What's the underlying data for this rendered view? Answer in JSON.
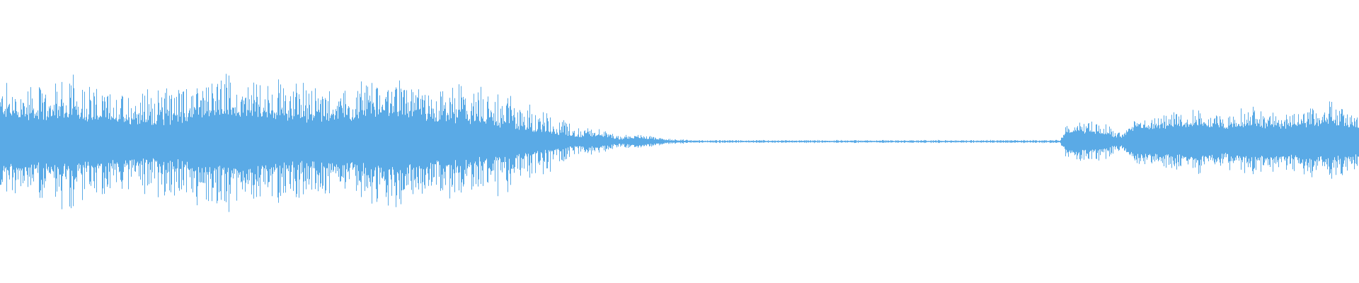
{
  "waveform": {
    "color": "#5aaae6",
    "background": "#ffffff",
    "amplitude_envelope": [
      {
        "t": 0.0,
        "peak": 0.4,
        "body": 0.18
      },
      {
        "t": 0.035,
        "peak": 0.38,
        "body": 0.16
      },
      {
        "t": 0.05,
        "peak": 0.47,
        "body": 0.18
      },
      {
        "t": 0.08,
        "peak": 0.34,
        "body": 0.15
      },
      {
        "t": 0.1,
        "peak": 0.35,
        "body": 0.14
      },
      {
        "t": 0.13,
        "peak": 0.38,
        "body": 0.12
      },
      {
        "t": 0.145,
        "peak": 0.46,
        "body": 0.19
      },
      {
        "t": 0.165,
        "peak": 0.44,
        "body": 0.2
      },
      {
        "t": 0.2,
        "peak": 0.42,
        "body": 0.18
      },
      {
        "t": 0.23,
        "peak": 0.37,
        "body": 0.15
      },
      {
        "t": 0.255,
        "peak": 0.4,
        "body": 0.16
      },
      {
        "t": 0.28,
        "peak": 0.41,
        "body": 0.19
      },
      {
        "t": 0.295,
        "peak": 0.44,
        "body": 0.2
      },
      {
        "t": 0.315,
        "peak": 0.36,
        "body": 0.16
      },
      {
        "t": 0.33,
        "peak": 0.37,
        "body": 0.14
      },
      {
        "t": 0.35,
        "peak": 0.35,
        "body": 0.13
      },
      {
        "t": 0.365,
        "peak": 0.37,
        "body": 0.12
      },
      {
        "t": 0.385,
        "peak": 0.25,
        "body": 0.09
      },
      {
        "t": 0.405,
        "peak": 0.2,
        "body": 0.06
      },
      {
        "t": 0.425,
        "peak": 0.1,
        "body": 0.03
      },
      {
        "t": 0.44,
        "peak": 0.08,
        "body": 0.04
      },
      {
        "t": 0.455,
        "peak": 0.04,
        "body": 0.015
      },
      {
        "t": 0.47,
        "peak": 0.05,
        "body": 0.025
      },
      {
        "t": 0.49,
        "peak": 0.02,
        "body": 0.008
      },
      {
        "t": 0.51,
        "peak": 0.01,
        "body": 0.004
      },
      {
        "t": 0.78,
        "peak": 0.01,
        "body": 0.004
      },
      {
        "t": 0.785,
        "peak": 0.14,
        "body": 0.07
      },
      {
        "t": 0.8,
        "peak": 0.12,
        "body": 0.06
      },
      {
        "t": 0.81,
        "peak": 0.15,
        "body": 0.06
      },
      {
        "t": 0.825,
        "peak": 0.05,
        "body": 0.02
      },
      {
        "t": 0.835,
        "peak": 0.15,
        "body": 0.1
      },
      {
        "t": 0.86,
        "peak": 0.19,
        "body": 0.1
      },
      {
        "t": 0.88,
        "peak": 0.22,
        "body": 0.12
      },
      {
        "t": 0.9,
        "peak": 0.18,
        "body": 0.09
      },
      {
        "t": 0.92,
        "peak": 0.25,
        "body": 0.12
      },
      {
        "t": 0.94,
        "peak": 0.2,
        "body": 0.1
      },
      {
        "t": 0.96,
        "peak": 0.22,
        "body": 0.11
      },
      {
        "t": 0.98,
        "peak": 0.26,
        "body": 0.12
      },
      {
        "t": 1.0,
        "peak": 0.2,
        "body": 0.1
      }
    ]
  }
}
